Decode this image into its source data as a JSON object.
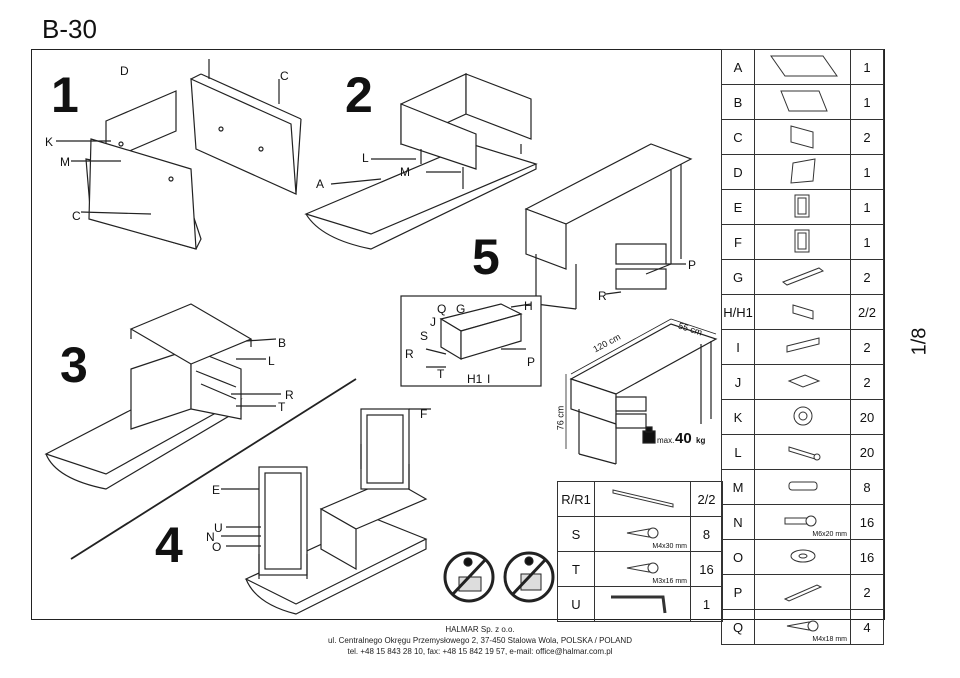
{
  "header": {
    "model": "B-30",
    "page": "1/8"
  },
  "steps": [
    "1",
    "2",
    "3",
    "4",
    "5"
  ],
  "step_labels": {
    "s1": [
      "D",
      "C",
      "K",
      "M",
      "C"
    ],
    "s2": [
      "L",
      "M",
      "A"
    ],
    "s3": [
      "B",
      "L",
      "R",
      "T"
    ],
    "s4": [
      "F",
      "E",
      "U",
      "N",
      "O"
    ],
    "s5": [
      "P",
      "R"
    ]
  },
  "detail_labels": [
    "Q",
    "G",
    "H",
    "J",
    "S",
    "R",
    "P",
    "T",
    "H1",
    "I"
  ],
  "dimensions": {
    "width": "120 cm",
    "depth": "55 cm",
    "height": "76 cm",
    "max_prefix": "max.",
    "max_value": "40",
    "max_unit": "kg"
  },
  "parts": [
    {
      "letter": "A",
      "icon": "panel-large-icon",
      "qty": "1"
    },
    {
      "letter": "B",
      "icon": "panel-small-icon",
      "qty": "1"
    },
    {
      "letter": "C",
      "icon": "side-panel-icon",
      "qty": "2"
    },
    {
      "letter": "D",
      "icon": "back-panel-icon",
      "qty": "1"
    },
    {
      "letter": "E",
      "icon": "frame-icon",
      "qty": "1"
    },
    {
      "letter": "F",
      "icon": "frame-icon",
      "qty": "1"
    },
    {
      "letter": "G",
      "icon": "rail-icon",
      "qty": "2"
    },
    {
      "letter": "H/H1",
      "icon": "drawer-side-icon",
      "qty": "2/2"
    },
    {
      "letter": "I",
      "icon": "drawer-front-icon",
      "qty": "2"
    },
    {
      "letter": "J",
      "icon": "drawer-bottom-icon",
      "qty": "2"
    },
    {
      "letter": "K",
      "icon": "cam-lock-icon",
      "qty": "20"
    },
    {
      "letter": "L",
      "icon": "cam-bolt-icon",
      "qty": "20"
    },
    {
      "letter": "M",
      "icon": "dowel-icon",
      "qty": "8"
    },
    {
      "letter": "N",
      "icon": "bolt-icon",
      "size": "M6x20 mm",
      "qty": "16"
    },
    {
      "letter": "O",
      "icon": "washer-icon",
      "qty": "16"
    },
    {
      "letter": "P",
      "icon": "handle-icon",
      "qty": "2"
    },
    {
      "letter": "Q",
      "icon": "screw-icon",
      "size": "M4x18 mm",
      "qty": "4"
    }
  ],
  "hardware": [
    {
      "letter": "R/R1",
      "icon": "drawer-slide-icon",
      "qty": "2/2"
    },
    {
      "letter": "S",
      "icon": "screw-icon",
      "size": "M4x30 mm",
      "qty": "8"
    },
    {
      "letter": "T",
      "icon": "screw-icon",
      "size": "M3x16 mm",
      "qty": "16"
    },
    {
      "letter": "U",
      "icon": "allen-key-icon",
      "qty": "1"
    }
  ],
  "footer": {
    "company": "HALMAR Sp. z o.o.",
    "address": "ul. Centralnego Okręgu Przemysłowego 2, 37-450 Stalowa Wola, POLSKA / POLAND",
    "contact": "tel. +48 15 843 28 10, fax: +48 15 842 19 57, e-mail: office@halmar.com.pl"
  }
}
